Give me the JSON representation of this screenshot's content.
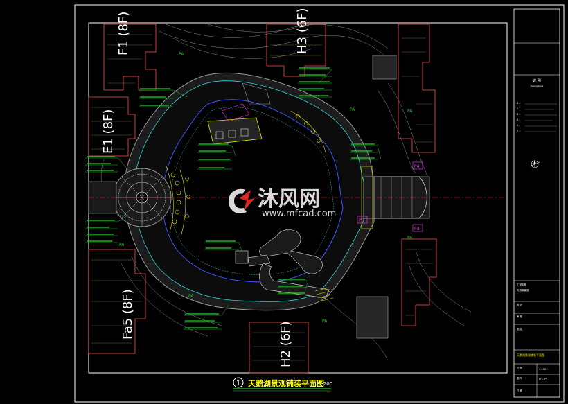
{
  "colors": {
    "background": "#000000",
    "frame": "#ffffff",
    "building": "#ff5050",
    "building_hatch": "#ffd27f",
    "label_green": "#26c826",
    "water_edge": "#2fd5d5",
    "water_outline": "#3a55ff",
    "paving": "#9a9a9a",
    "stone": "#e8e800",
    "pink": "#ff40ff",
    "axis": "#ff2a2a",
    "contour": "#c8c8c8"
  },
  "buildings": {
    "f1": "F1 (8F)",
    "h3": "H3 (6F)",
    "e1": "E1 (8F)",
    "fa5": "Fa5 (8F)",
    "h2": "H2 (6F)"
  },
  "zone_tags": [
    "PA",
    "PA",
    "PA",
    "PA",
    "PA",
    "PA",
    "PA"
  ],
  "gate_tags": {
    "top_right": "P4",
    "mid_right": "P5",
    "bottom_right": "P3"
  },
  "watermark": {
    "brand_cn": "沐风网",
    "brand_url": "www.mfcad.com"
  },
  "drawing_title": {
    "number": "1",
    "title": "天鹅湖景观铺装平面图",
    "scale": "1:200"
  },
  "title_block": {
    "section1": "说 明",
    "section1_en": "Descriptions",
    "notes": [
      "1.",
      "2.",
      "3.",
      "4.",
      "5.",
      "6."
    ],
    "project_label": "工程名称",
    "project_name": "天鹅湖景观",
    "drawing_label": "图 名",
    "drawing_name": "天鹅湖景观铺装平面图",
    "scale_label": "比 例",
    "scale_value": "1:200",
    "sheet_label": "图 号",
    "sheet_value": "LD-05",
    "date_label": "日 期",
    "design_label": "设 计",
    "check_label": "审 核"
  }
}
